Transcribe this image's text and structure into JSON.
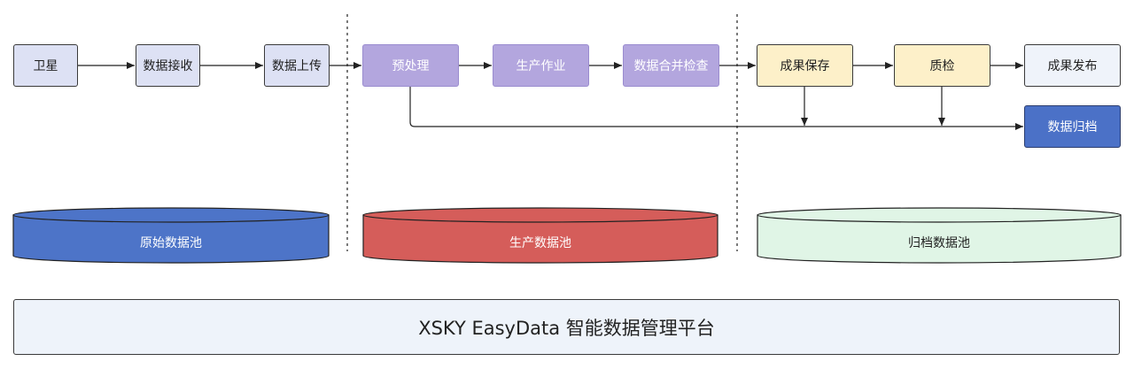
{
  "nodes": {
    "satellite": "卫星",
    "data_receive": "数据接收",
    "data_upload": "数据上传",
    "preprocess": "预处理",
    "production": "生产作业",
    "merge_check": "数据合并检查",
    "save_results": "成果保存",
    "qc": "质检",
    "publish": "成果发布",
    "archive": "数据归档"
  },
  "pools": {
    "raw": "原始数据池",
    "production": "生产数据池",
    "archive": "归档数据池"
  },
  "platform": {
    "title": "XSKY EasyData 智能数据管理平台"
  },
  "colors": {
    "gray_box": "#dde1f4",
    "purple_box": "#b3a6de",
    "yellow_box": "#fdf0c9",
    "white_box": "#eff3fa",
    "dark_blue_box": "#4b71c7",
    "raw_pool": "#4d74c8",
    "production_pool": "#d55d5a",
    "archive_pool": "#e0f5e6",
    "platform_bg": "#eef3fa"
  }
}
